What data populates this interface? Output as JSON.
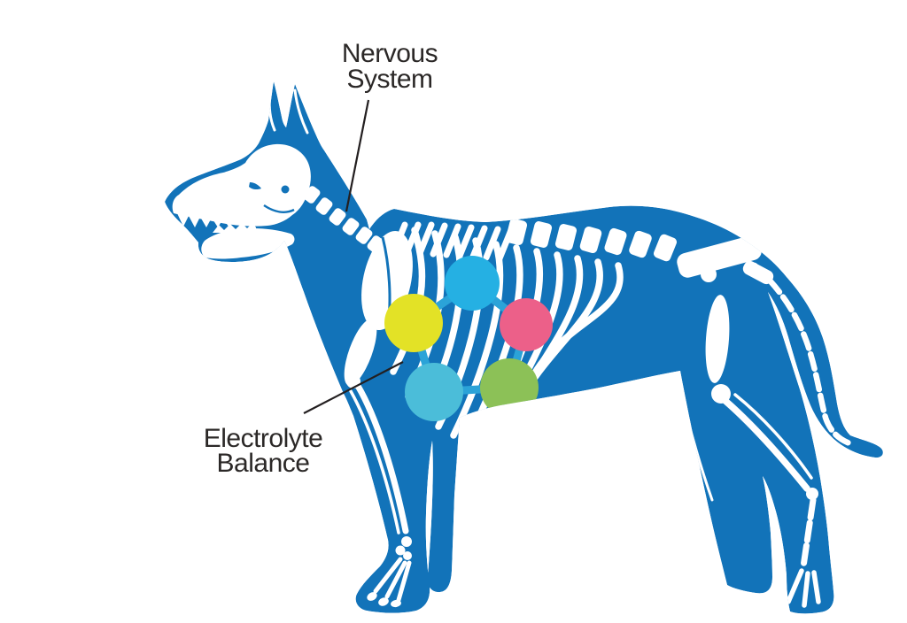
{
  "figure": {
    "background_color": "#ffffff",
    "dog": {
      "body_color": "#1273b9",
      "bone_color": "#ffffff"
    },
    "text_color": "#2b2827",
    "leader_line_color": "#231f20",
    "node_ring_color": "#2ba3d8",
    "annotations": {
      "nervous_system": {
        "line1": "Nervous",
        "line2": "System"
      },
      "electrolyte_balance": {
        "line1": "Electrolyte",
        "line2": "Balance"
      }
    },
    "nodes": [
      {
        "id": "top-blue",
        "color": "#25b0e3"
      },
      {
        "id": "left-yellow",
        "color": "#e3e226"
      },
      {
        "id": "right-pink",
        "color": "#ec6089"
      },
      {
        "id": "bottom-teal",
        "color": "#4bbdd9"
      },
      {
        "id": "bottom-green",
        "color": "#8cc157"
      }
    ]
  }
}
